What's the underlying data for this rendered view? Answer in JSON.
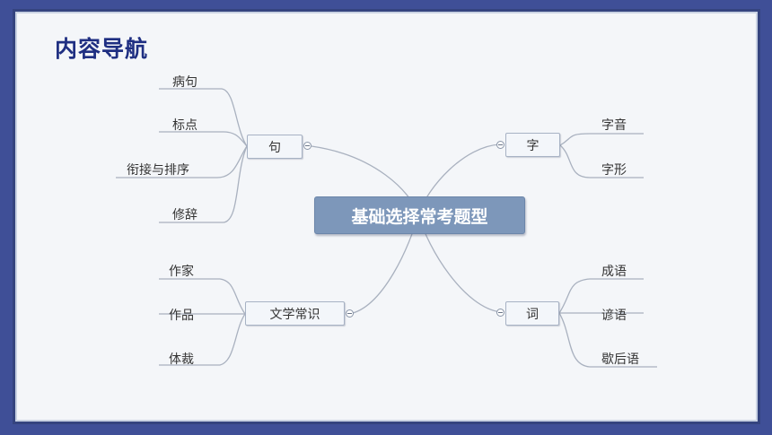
{
  "title": "内容导航",
  "center": "基础选择常考题型",
  "branches": {
    "ju": {
      "label": "句",
      "children": [
        "病句",
        "标点",
        "衔接与排序",
        "修辞"
      ]
    },
    "zi": {
      "label": "字",
      "children": [
        "字音",
        "字形"
      ]
    },
    "wenxue": {
      "label": "文学常识",
      "children": [
        "作家",
        "作品",
        "体裁"
      ]
    },
    "ci": {
      "label": "词",
      "children": [
        "成语",
        "谚语",
        "歇后语"
      ]
    }
  }
}
